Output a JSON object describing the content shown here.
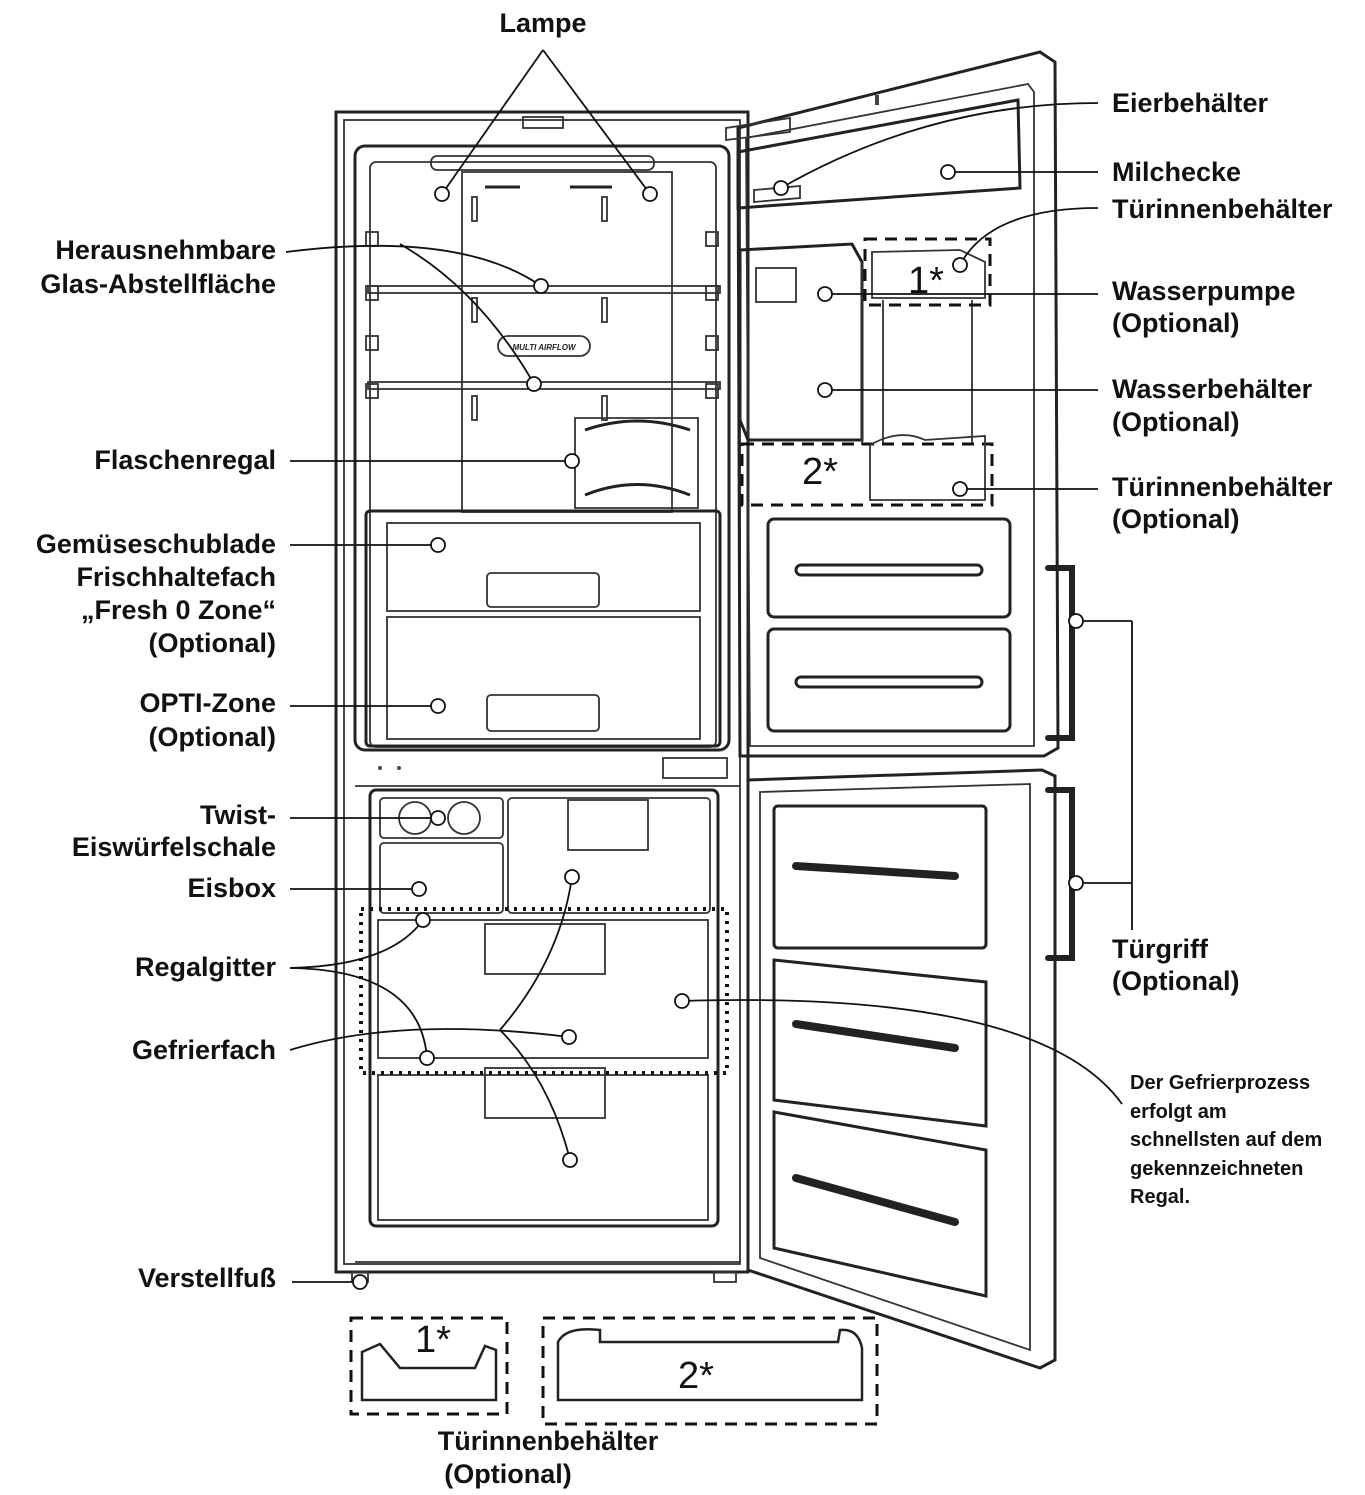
{
  "labels": {
    "lampe": "Lampe",
    "glas_1": "Herausnehmbare",
    "glas_2": "Glas-Abstellfläche",
    "flaschenregal": "Flaschenregal",
    "gemuese_1": "Gemüseschublade",
    "gemuese_2": "Frischhaltefach",
    "gemuese_3": "„Fresh 0 Zone“",
    "gemuese_4": "(Optional)",
    "opti_1": "OPTI-Zone",
    "opti_2": "(Optional)",
    "twist_1": "Twist-",
    "twist_2": "Eiswürfelschale",
    "eisbox": "Eisbox",
    "regalgitter": "Regalgitter",
    "gefrierfach": "Gefrierfach",
    "verstellfuss": "Verstellfuß",
    "eierbehaelter": "Eierbehälter",
    "milchecke": "Milchecke",
    "tuerinnen_top": "Türinnenbehälter",
    "wasserpumpe_1": "Wasserpumpe",
    "wasserpumpe_2": "(Optional)",
    "wasserbehaelter_1": "Wasserbehälter",
    "wasserbehaelter_2": "(Optional)",
    "tuerinnen_mid_1": "Türinnenbehälter",
    "tuerinnen_mid_2": "(Optional)",
    "tuergriff_1": "Türgriff",
    "tuergriff_2": "(Optional)",
    "note_1": "Der Gefrierprozess",
    "note_2": "erfolgt am",
    "note_3": "schnellsten auf dem",
    "note_4": "gekennzeichneten",
    "note_5": "Regal.",
    "bottom_1": "Türinnenbehälter",
    "bottom_2": "(Optional)"
  },
  "marks": {
    "one": "1*",
    "two": "2*"
  },
  "panel_text": {
    "airflow": "MULTI AIRFLOW"
  }
}
